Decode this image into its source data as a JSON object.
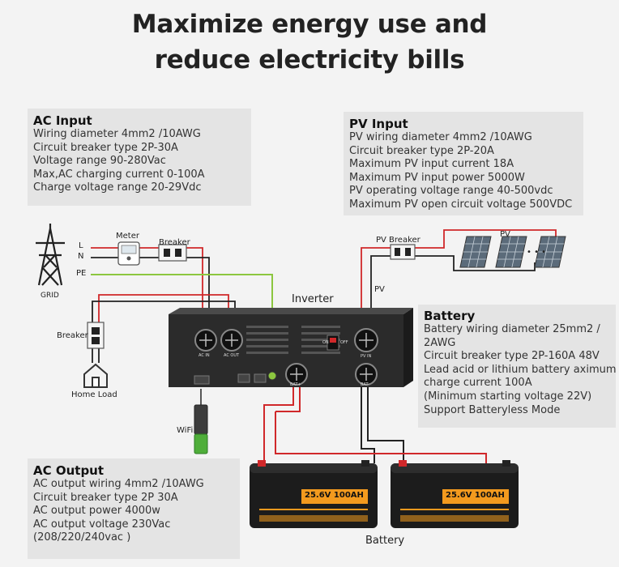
{
  "title": {
    "line1": "Maximize energy use and",
    "line2": "reduce electricity bills"
  },
  "ac_input": {
    "heading": "AC Input",
    "lines": [
      "Wiring diameter 4mm2 /10AWG",
      "Circuit breaker type 2P-30A",
      "Voltage range 90-280Vac",
      "Max,AC charging current 0-100A",
      "Charge voltage range 20-29Vdc"
    ]
  },
  "pv_input": {
    "heading": "PV Input",
    "lines": [
      "PV wiring diameter 4mm2 /10AWG",
      "Circuit breaker type 2P-20A",
      "Maximum PV input current 18A",
      "Maximum PV input power 5000W",
      "PV operating voltage range 40-500vdc",
      "Maximum PV open circuit voltage 500VDC"
    ]
  },
  "battery": {
    "heading": "Battery",
    "lines": [
      "Battery wiring diameter 25mm2 /",
      "2AWG",
      "Circuit breaker type 2P-160A 48V",
      "Lead acid or lithium battery aximum",
      "charge current 100A",
      "(Minimum starting voltage 22V)",
      "Support Batteryless Mode"
    ]
  },
  "ac_output": {
    "heading": "AC Output",
    "lines": [
      "AC output wiring 4mm2 /10AWG",
      "Circuit breaker type 2P 30A",
      "AC output power 4000w",
      "AC output voltage 230Vac",
      "(208/220/240vac )"
    ]
  },
  "labels": {
    "meter": "Meter",
    "breaker_top": "Breaker",
    "l": "L",
    "n": "N",
    "pe": "PE",
    "grid": "GRID",
    "breaker_left": "Breaker",
    "home_load": "Home Load",
    "wifi": "WiFi",
    "inverter": "Inverter",
    "pv_breaker": "PV Breaker",
    "pv_panel": "PV",
    "pv_wire": "PV",
    "battery_bottom": "Battery",
    "ac_in": "AC IN",
    "ac_out": "AC OUT",
    "pv_in": "PV IN",
    "bat_plus": "BAT+",
    "bat_minus": "BAT-",
    "on": "ON",
    "off": "OFF",
    "battery_model": "25.6V",
    "battery_capacity": "100AH"
  },
  "colors": {
    "live": "#d0282a",
    "neutral": "#222222",
    "earth": "#8cc63f",
    "battery_orange": "#f39a1e"
  }
}
